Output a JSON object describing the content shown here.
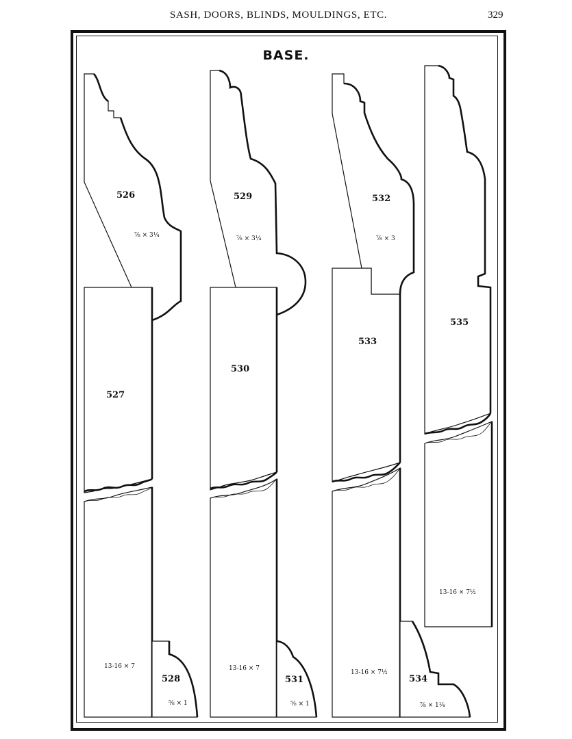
{
  "header": {
    "running_title": "SASH, DOORS, BLINDS, MOULDINGS, ETC.",
    "page_number": "329"
  },
  "plate": {
    "title": "BASE.",
    "profiles": [
      {
        "number": "526",
        "size": "⅞ × 3¼"
      },
      {
        "number": "527",
        "size": "13-16 × 7"
      },
      {
        "number": "528",
        "size": "⅝ × 1"
      },
      {
        "number": "529",
        "size": "⅞ × 3¼"
      },
      {
        "number": "530",
        "size": "13-16 × 7"
      },
      {
        "number": "531",
        "size": "⅝ × 1"
      },
      {
        "number": "532",
        "size": "⅞ × 3"
      },
      {
        "number": "533",
        "size": "13-16 × 7½"
      },
      {
        "number": "534",
        "size": "⅞ × 1¼"
      },
      {
        "number": "535",
        "size": "13-16 × 7½"
      }
    ]
  }
}
